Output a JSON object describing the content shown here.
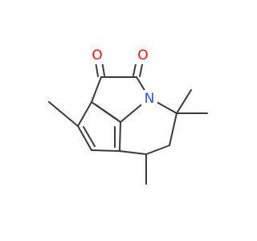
{
  "colors": {
    "background": "#ffffff",
    "bond": "#3a3a3a",
    "oxygen": "#ff0d0d",
    "nitrogen": "#3050f8"
  },
  "atoms": {
    "oxygen_1": "O",
    "oxygen_2": "O",
    "nitrogen": "N"
  }
}
